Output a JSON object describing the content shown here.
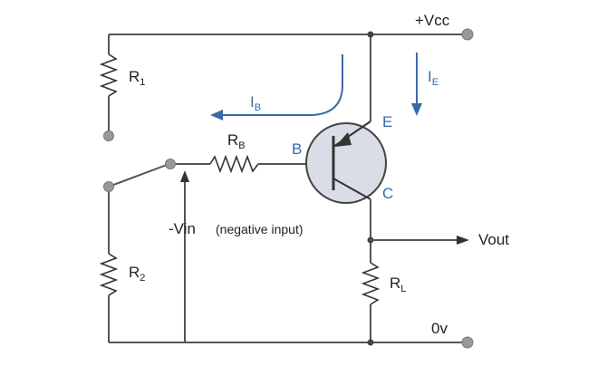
{
  "labels": {
    "vcc": "+Vcc",
    "ground": "0v",
    "vout": "Vout",
    "vin": "-Vin",
    "vin_note": "(negative input)",
    "r1_main": "R",
    "r1_sub": "1",
    "r2_main": "R",
    "r2_sub": "2",
    "rb_main": "R",
    "rb_sub": "B",
    "rl_main": "R",
    "rl_sub": "L",
    "ib_main": "I",
    "ib_sub": "B",
    "ie_main": "I",
    "ie_sub": "E",
    "base": "B",
    "emitter": "E",
    "collector": "C"
  },
  "colors": {
    "current_arrow": "#3a6aa8",
    "transistor_fill": "#d9dde6",
    "wire": "#555555"
  }
}
